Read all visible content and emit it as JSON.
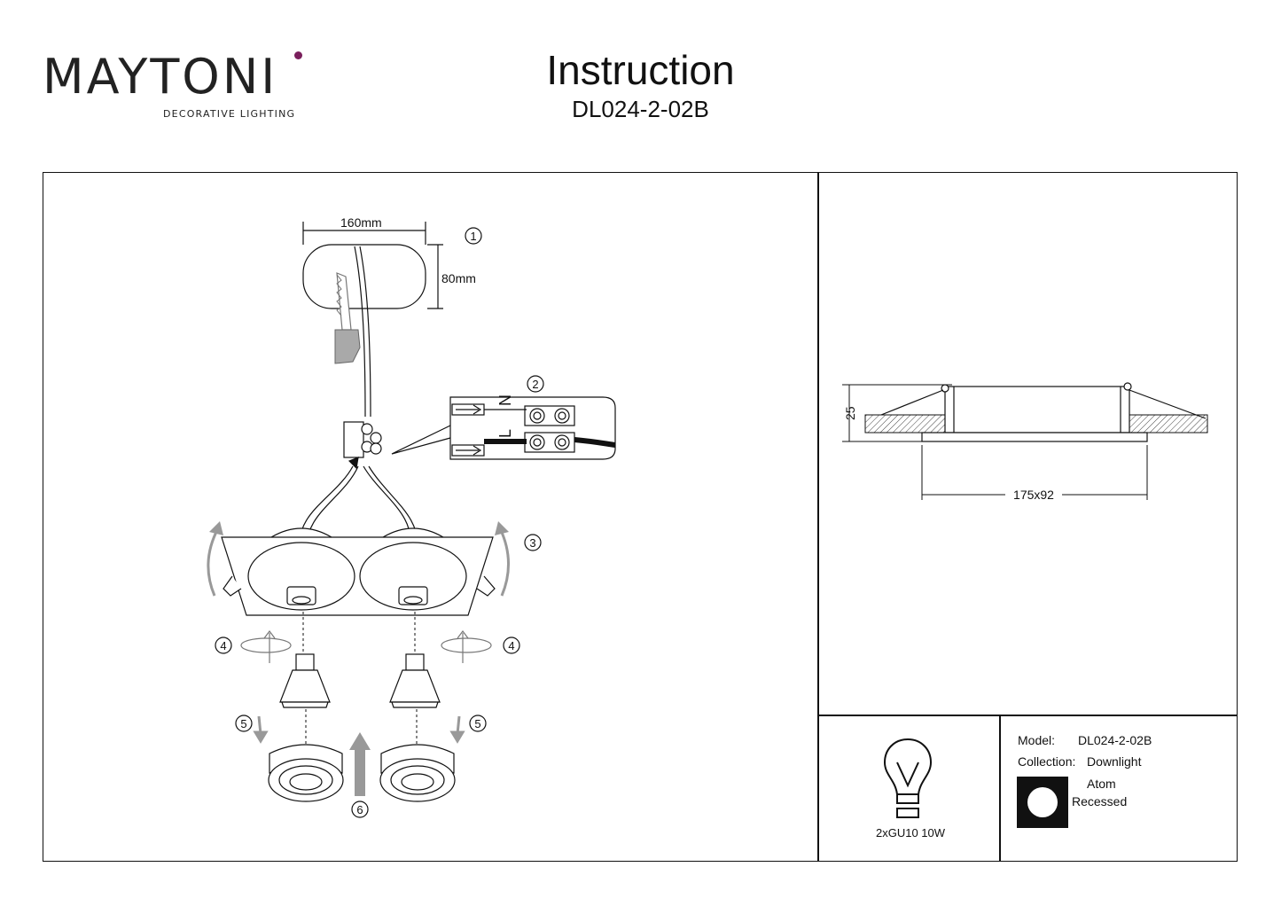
{
  "header": {
    "brand": "MAYTONI",
    "brand_tagline": "DECORATIVE LIGHTING",
    "title": "Instruction",
    "model_code": "DL024-2-02B"
  },
  "assembly": {
    "width_label": "160mm",
    "height_label": "80mm",
    "wire_n": "N",
    "wire_l": "L",
    "steps": [
      "1",
      "2",
      "3",
      "4",
      "5",
      "6"
    ]
  },
  "side_view": {
    "height_label": "25",
    "size_label": "175x92"
  },
  "lamp": {
    "spec": "2xGU10 10W"
  },
  "specs": {
    "model_label": "Model:",
    "model_value": "DL024-2-02B",
    "collection_label": "Collection:",
    "collection_value": "Downlight",
    "style_value": "Atom",
    "mount_value": "Recessed"
  },
  "colors": {
    "ink": "#111111",
    "accent": "#7a1f5c",
    "arrow_grey": "#9a9a9a"
  }
}
